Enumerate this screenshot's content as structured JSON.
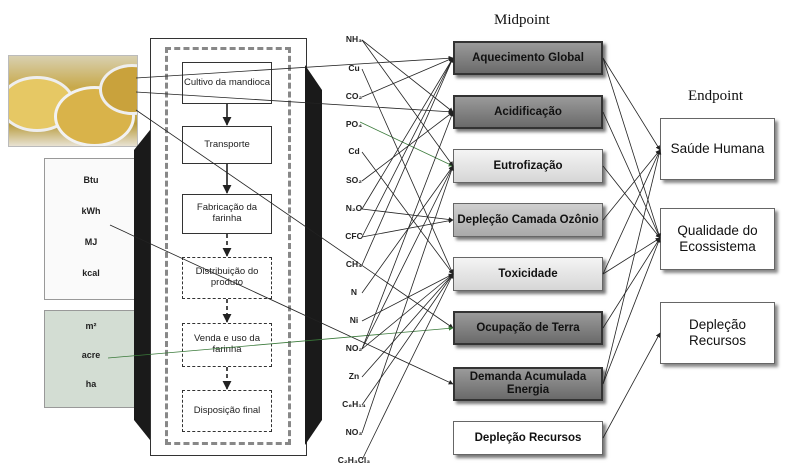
{
  "headings": {
    "midpoint": "Midpoint",
    "endpoint": "Endpoint"
  },
  "energy_units": [
    "Btu",
    "kWh",
    "MJ",
    "kcal"
  ],
  "area_units": [
    "m²",
    "acre",
    "ha"
  ],
  "process_steps": [
    "Cultivo da mandioca",
    "Transporte",
    "Fabricação da farinha",
    "Distribuição do produto",
    "Venda e uso da farinha",
    "Disposição final"
  ],
  "substances": [
    "NH₃",
    "Cu",
    "CO₂",
    "PO₄",
    "Cd",
    "SO₂",
    "N₂O",
    "CFC",
    "CH₄",
    "N",
    "Ni",
    "NO₂",
    "Zn",
    "C₆H₁₄",
    "NO₃",
    "C₂H₃Cl₃"
  ],
  "midpoint_categories": [
    "Aquecimento Global",
    "Acidificação",
    "Eutrofização",
    "Depleção Camada Ozônio",
    "Toxicidade",
    "Ocupação de Terra",
    "Demanda Acumulada Energia",
    "Depleção Recursos"
  ],
  "endpoint_categories": [
    "Saúde Humana",
    "Qualidade do Ecossistema",
    "Depleção Recursos"
  ],
  "colors": {
    "arrow_green": "#3a7a3a",
    "line": "#222222",
    "dark_box": "#7a7a7a"
  }
}
